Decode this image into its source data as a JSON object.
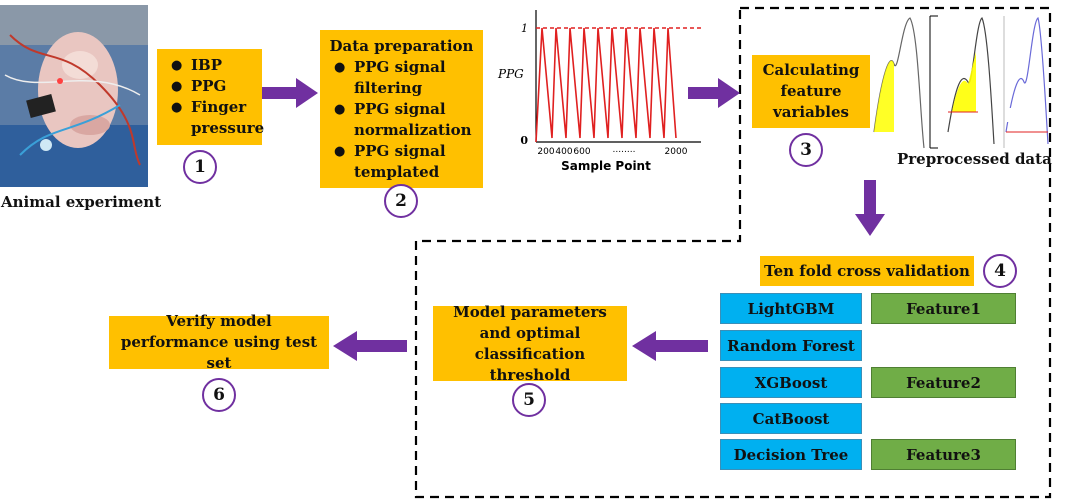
{
  "animal": {
    "caption": "Animal experiment"
  },
  "step1": {
    "items": [
      "IBP",
      "PPG",
      "Finger pressure"
    ],
    "number": "1"
  },
  "step2": {
    "title": "Data preparation",
    "items": [
      "PPG signal filtering",
      "PPG signal normalization",
      "PPG signal templated"
    ],
    "number": "2"
  },
  "ppg_plot": {
    "ylabel": "PPG",
    "y_top": "1",
    "y_bottom": "0",
    "ticks": [
      "200",
      "400",
      "600",
      "........",
      "2000"
    ],
    "xlabel": "Sample Point"
  },
  "step3": {
    "label": "Calculating feature variables",
    "number": "3"
  },
  "preprocessed": {
    "caption": "Preprocessed data"
  },
  "step4": {
    "label": "Ten fold cross validation",
    "number": "4"
  },
  "models": [
    "LightGBM",
    "Random Forest",
    "XGBoost",
    "CatBoost",
    "Decision Tree"
  ],
  "features": [
    "Feature1",
    "Feature2",
    "Feature3"
  ],
  "step5": {
    "label": "Model parameters and optimal classification threshold",
    "number": "5"
  },
  "step6": {
    "label": "Verify model performance using test set",
    "number": "6"
  },
  "colors": {
    "orange_box": "#FFC000",
    "purple_arrow": "#7030A0",
    "blue_box": "#00B0F0",
    "green_box": "#70AD47",
    "signal_red": "#E02020",
    "highlight_yellow": "#FFFF00"
  }
}
